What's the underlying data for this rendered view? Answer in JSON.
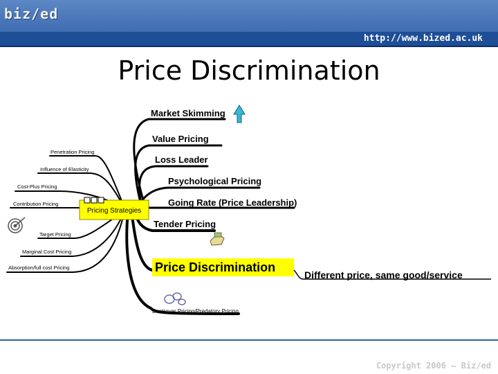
{
  "header": {
    "logo_text": "biz/ed",
    "url": "http://www.bized.ac.uk"
  },
  "slide": {
    "title": "Price Discrimination"
  },
  "mind_map": {
    "center_label": "Pricing Strategies",
    "right_branches": {
      "market_skimming": "Market Skimming",
      "value_pricing": "Value Pricing",
      "loss_leader": "Loss Leader",
      "psychological_pricing": "Psychological Pricing",
      "going_rate": "Going Rate (Price Leadership)",
      "tender_pricing": "Tender Pricing",
      "price_discrimination": "Price Discrimination",
      "destroyer_pricing": "Destroyer Pricing/Predatory Pricing"
    },
    "left_branches": {
      "penetration_pricing": "Penetration Pricing",
      "influence_of_elasticity": "Influence of Elasticity",
      "cost_plus_pricing": "Cost-Plus Pricing",
      "contribution_pricing": "Contribution Pricing",
      "target_pricing": "Target Pricing",
      "marginal_cost_pricing": "Marginal Cost Pricing",
      "absorption_full_cost_pricing": "Absorption/full cost Pricing"
    },
    "note": "Different price, same good/service",
    "highlight_color": "#ffff00"
  },
  "footer": {
    "copyright": "Copyright 2006 – Biz/ed"
  }
}
